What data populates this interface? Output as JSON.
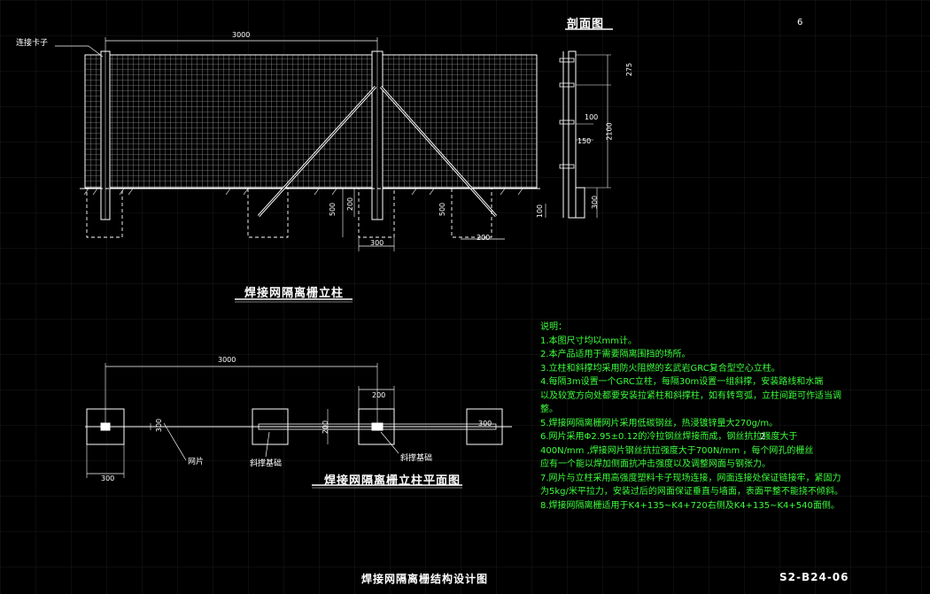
{
  "titles": {
    "elevation": "焊接网隔离栅立柱",
    "plan": "焊接网隔离栅立柱平面图",
    "section": "剖面图",
    "drawing": "焊接网隔离栅结构设计图",
    "drawing_no": "S2-B24-06",
    "page_mark": "6",
    "small_mark": "2"
  },
  "labels": {
    "connector_clip": "连接卡子",
    "brace_plan_left": "斜撑基础",
    "brace_plan_right": "斜撑基础",
    "mesh_panel": "网片"
  },
  "dimensions": {
    "span_top": "3000",
    "span_plan": "3000",
    "d300_a": "300",
    "d300_b": "300",
    "d300_c": "300",
    "d500_a": "500",
    "d500_b": "500",
    "d200_a": "200",
    "d200_b": "200",
    "d200_c": "200",
    "d100": "100",
    "d275": "275",
    "d2100": "2100",
    "d150": "150",
    "d300_sec": "300",
    "d100_sec": "100",
    "d300_plan_post": "300",
    "d200_plan": "200"
  },
  "notes": {
    "heading": "说明：",
    "items": [
      "1.本图尺寸均以mm计。",
      "2.本产品适用于需要隔离围挡的场所。",
      "3.立柱和斜撑均采用防火阻燃的玄武岩GRC复合型空心立柱。",
      "4.每隔3m设置一个GRC立柱，每隔30m设置一组斜撑，安装路线和水端",
      "以及较宽方向处都要安装拉紧柱和斜撑柱，如有转弯弧，立柱间距可作适当调",
      "整。",
      "5.焊接网隔离栅网片采用低碳钢丝，热浸镀锌量大270g/m。",
      "6.网片采用Φ2.95±0.12的冷拉钢丝焊接而成，钢丝抗拉强度大于",
      "400N/mm  ,焊接网片钢丝抗拉强度大于700N/mm      ，每个网孔的栅丝",
      "应有一个能以焊加侧面抗冲击强度以及调整网面与钢张力。",
      "7.网片与立柱采用高强度塑料卡子现场连接，网面连接处保证链接牢，紧固力",
      "为5kg/米平拉力，安装过后的网面保证垂直与墙面，表面平整不能挠不倾斜。",
      "8.焊接网隔离栅适用于K4+135~K4+720右侧及K4+135~K4+540面侧。"
    ]
  },
  "colors": {
    "background": "#000000",
    "lines": "#ffffff",
    "notes": "#3cff3c",
    "grid": "#1c1c1c"
  }
}
